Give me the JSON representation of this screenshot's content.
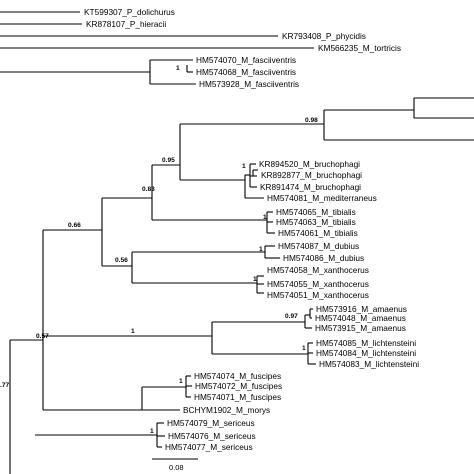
{
  "leaves": {
    "kt599307": "KT599307_P_dolichurus",
    "kr878107": "KR878107_P_hieracii",
    "kr793408": "KR793408_P_phycidis",
    "km566235": "KM566235_M_tortricis",
    "hm574070": "HM574070_M_fasciiventris",
    "hm574068": "HM574068_M_fasciiventris",
    "hm573928": "HM573928_M_fasciiventris",
    "kr894520": "KR894520_M_bruchophagi",
    "kr892877": "KR892877_M_bruchophagi",
    "kr891474": "KR891474_M_bruchophagi",
    "hm574081": "HM574081_M_mediterraneus",
    "hm574065": "HM574065_M_tibialis",
    "hm574063": "HM574063_M_tibialis",
    "hm574061": "HM574061_M_tibialis",
    "hm574087": "HM574087_M_dubius",
    "hm574086": "HM574086_M_dubius",
    "hm574058": "HM574058_M_xanthocerus",
    "hm574055": "HM574055_M_xanthocerus",
    "hm574051": "HM574051_M_xanthocerus",
    "hm573916": "HM573916_M_amaenus",
    "hm574048": "HM574048_M_amaenus",
    "hm573915": "HM573915_M_amaenus",
    "hm574085": "HM574085_M_lichtensteini",
    "hm574084": "HM574084_M_lichtensteini",
    "hm574083": "HM574083_M_lichtensteini",
    "hm574074": "HM574074_M_fuscipes",
    "hm574072": "HM574072_M_fuscipes",
    "hm574071": "HM574071_M_fuscipes",
    "bchym1902": "BCHYM1902_M_morys",
    "hm574079": "HM574079_M_sericeus",
    "hm574076": "HM574076_M_sericeus",
    "hm574077": "HM574077_M_sericeus"
  },
  "support": {
    "fasciiventris": "1",
    "upper_clade": "0.98",
    "bruchophagi_group": "0.95",
    "bruchophagi": "1",
    "mediterraneus_group": "0.83",
    "tibialis": "1",
    "core": "0.66",
    "dubius_xanthocerus": "0.56",
    "dubius": "1",
    "xanthocerus": "1",
    "main": "0.57",
    "amaenus_lichtensteini": "1",
    "amaenus": "0.97",
    "lichtensteini": "1",
    "fuscipes": "1",
    "sericeus": "1",
    "root": ".77"
  },
  "scale_bar": {
    "label": "0.08"
  }
}
